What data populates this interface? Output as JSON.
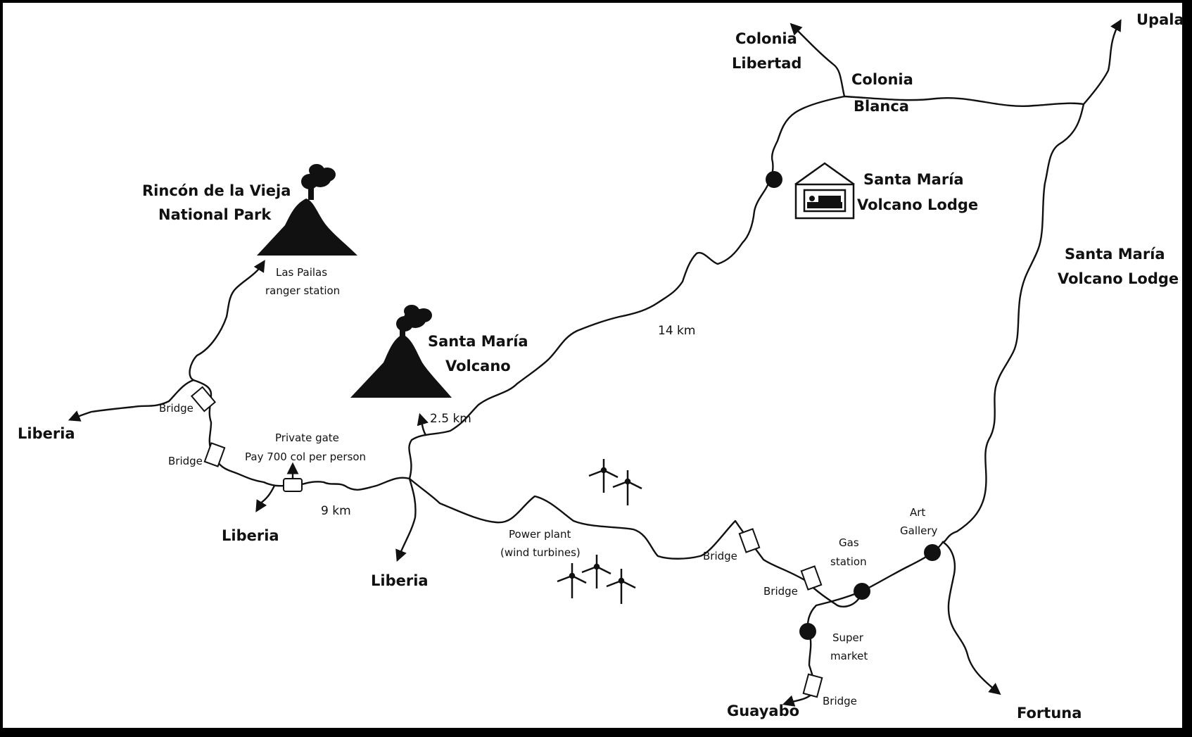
{
  "map": {
    "places": {
      "colonia_libertad": [
        "Colonia",
        "Libertad"
      ],
      "colonia_blanca": [
        "Colonia",
        "Blanca"
      ],
      "upala": "Upala",
      "rincon": [
        "Rincón de la Vieja",
        "National Park"
      ],
      "las_pailas": [
        "Las Pailas",
        "ranger station"
      ],
      "santa_maria_volcano": [
        "Santa María",
        "Volcano"
      ],
      "lodge_top": [
        "Santa María",
        "Volcano Lodge"
      ],
      "lodge_right": [
        "Santa María",
        "Volcano Lodge"
      ],
      "liberia_west": "Liberia",
      "liberia_south": "Liberia",
      "liberia_bottom": "Liberia",
      "guayabo": "Guayabo",
      "fortuna": "Fortuna"
    },
    "annotations": {
      "private_gate": [
        "Private gate",
        "Pay 700 col per person"
      ],
      "power_plant": [
        "Power plant",
        "(wind turbines)"
      ],
      "gas_station": [
        "Gas",
        "station"
      ],
      "art_gallery": [
        "Art",
        "Gallery"
      ],
      "supermarket": [
        "Super",
        "market"
      ]
    },
    "bridges": [
      "Bridge",
      "Bridge",
      "Bridge",
      "Bridge",
      "Bridge"
    ],
    "distances": {
      "d14": "14 km",
      "d25": "2.5 km",
      "d9": "9 km"
    },
    "icons": [
      "volcano-icon",
      "lodge-icon",
      "wind-turbine-icon",
      "bridge-icon",
      "marker-dot-icon",
      "gate-icon",
      "arrow-icon"
    ]
  }
}
